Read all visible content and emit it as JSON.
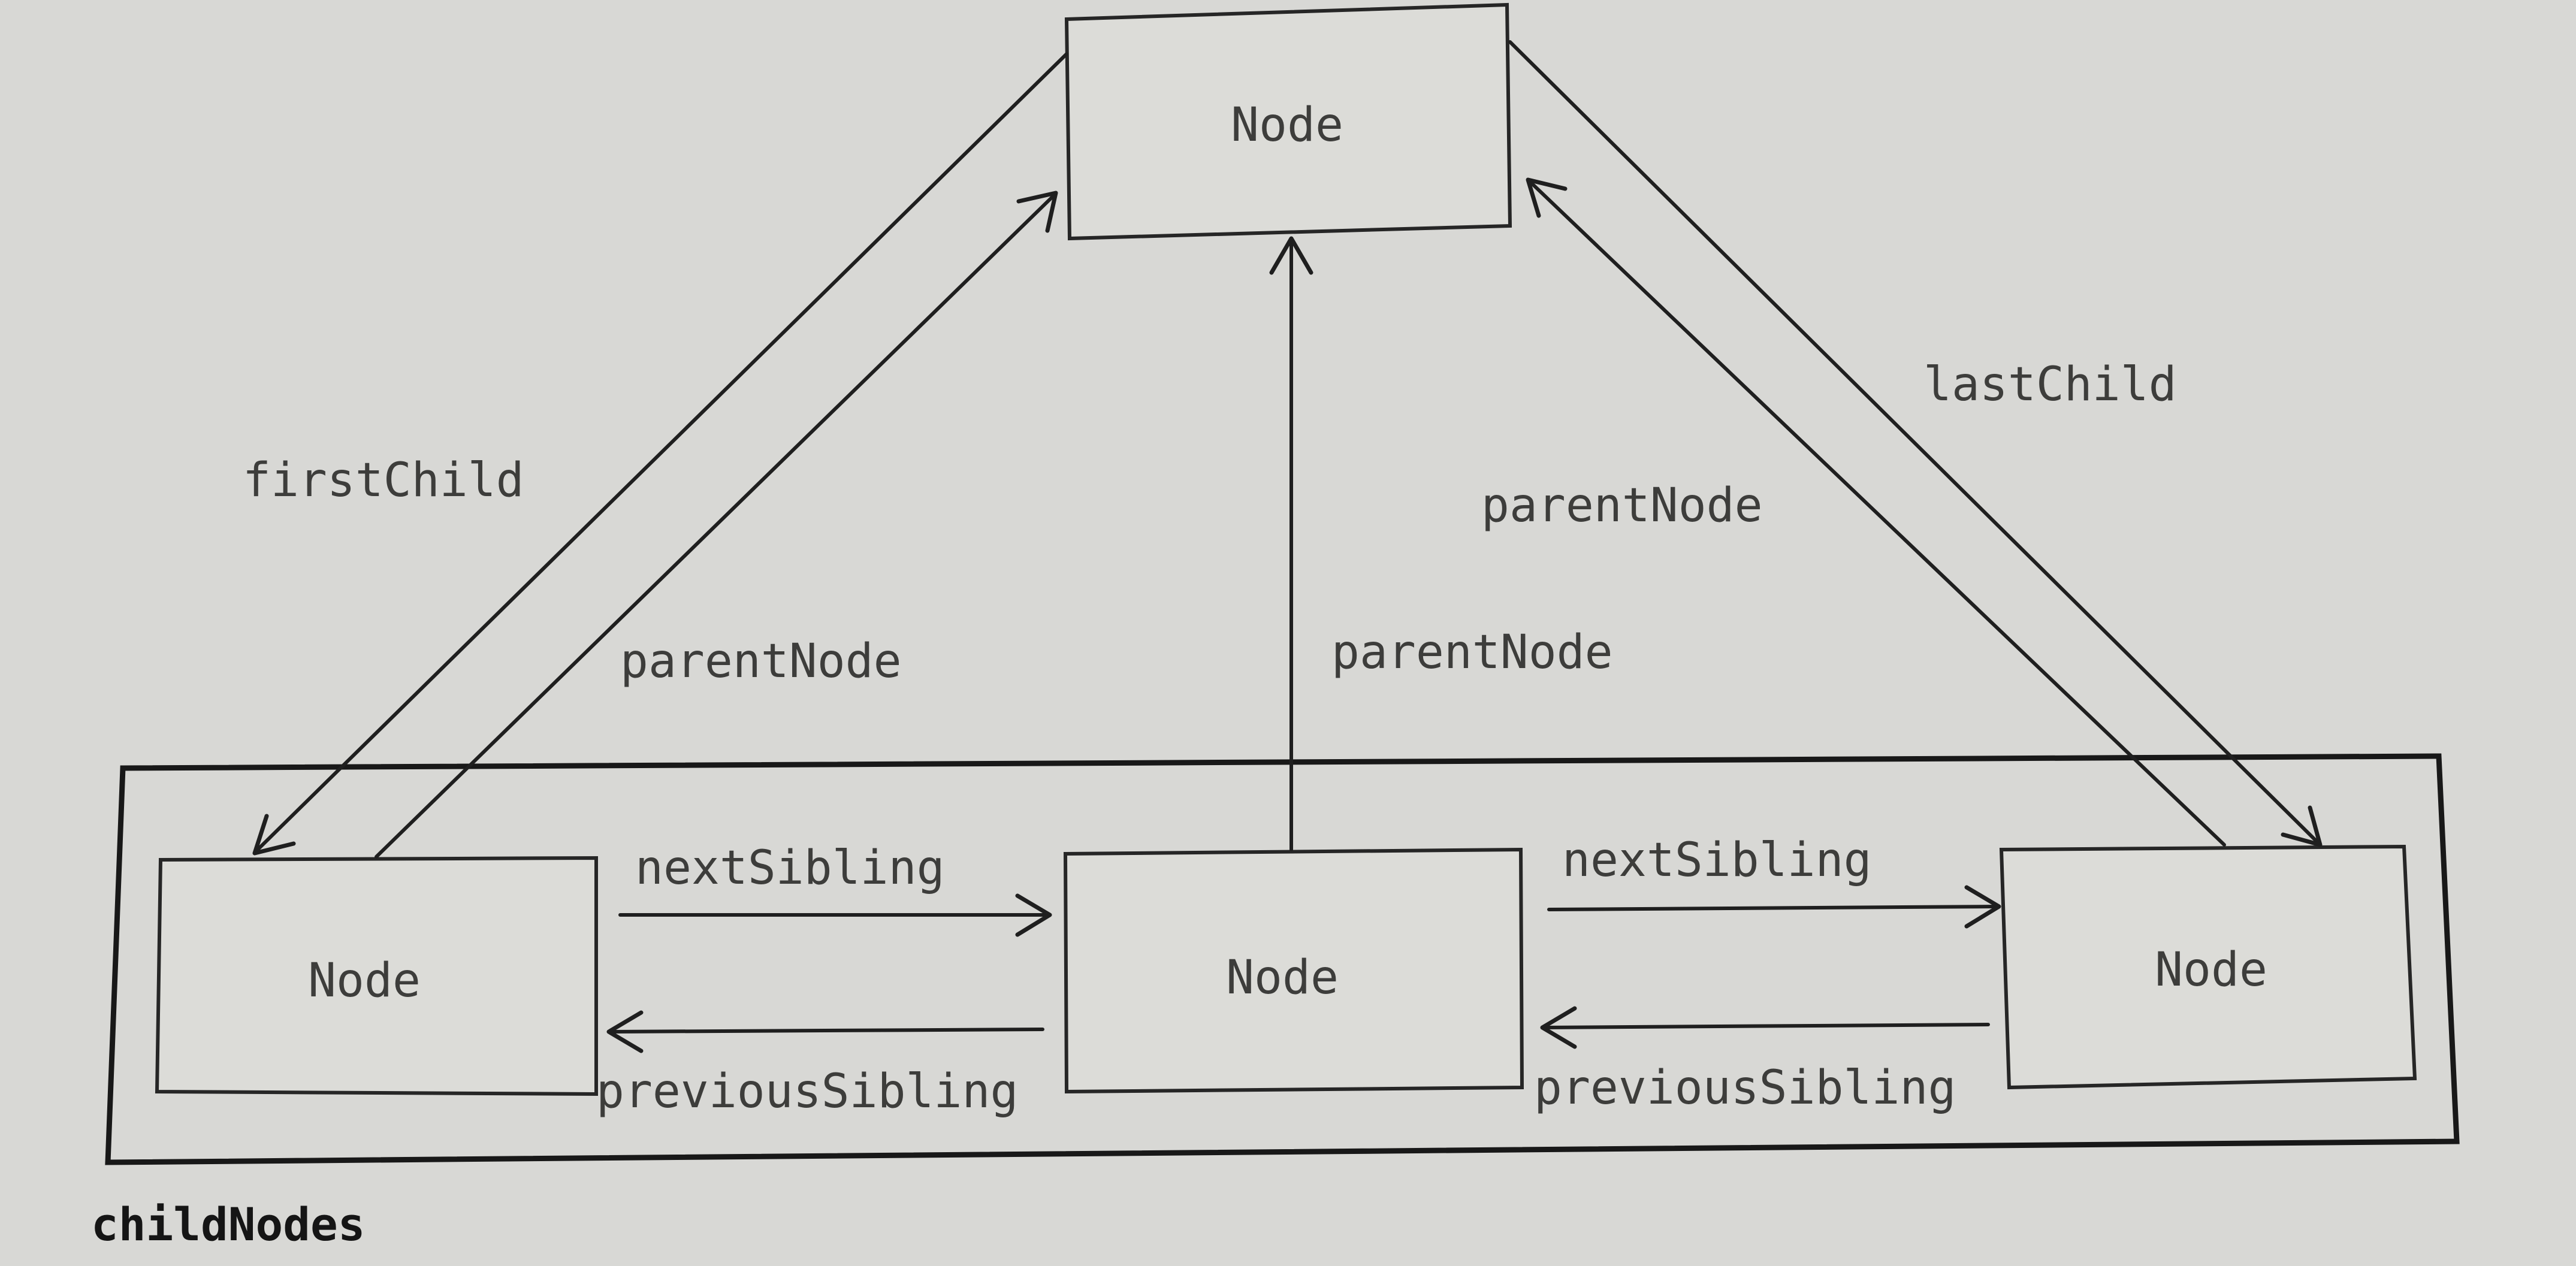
{
  "diagram": {
    "parent_node": {
      "label": "Node"
    },
    "child_nodes": [
      {
        "label": "Node"
      },
      {
        "label": "Node"
      },
      {
        "label": "Node"
      }
    ],
    "container_label": "childNodes",
    "edges": {
      "first_child": "firstChild",
      "last_child": "lastChild",
      "parent_node_left": "parentNode",
      "parent_node_middle": "parentNode",
      "parent_node_right": "parentNode",
      "next_sibling_1": "nextSibling",
      "next_sibling_2": "nextSibling",
      "previous_sibling_1": "previousSibling",
      "previous_sibling_2": "previousSibling"
    }
  }
}
